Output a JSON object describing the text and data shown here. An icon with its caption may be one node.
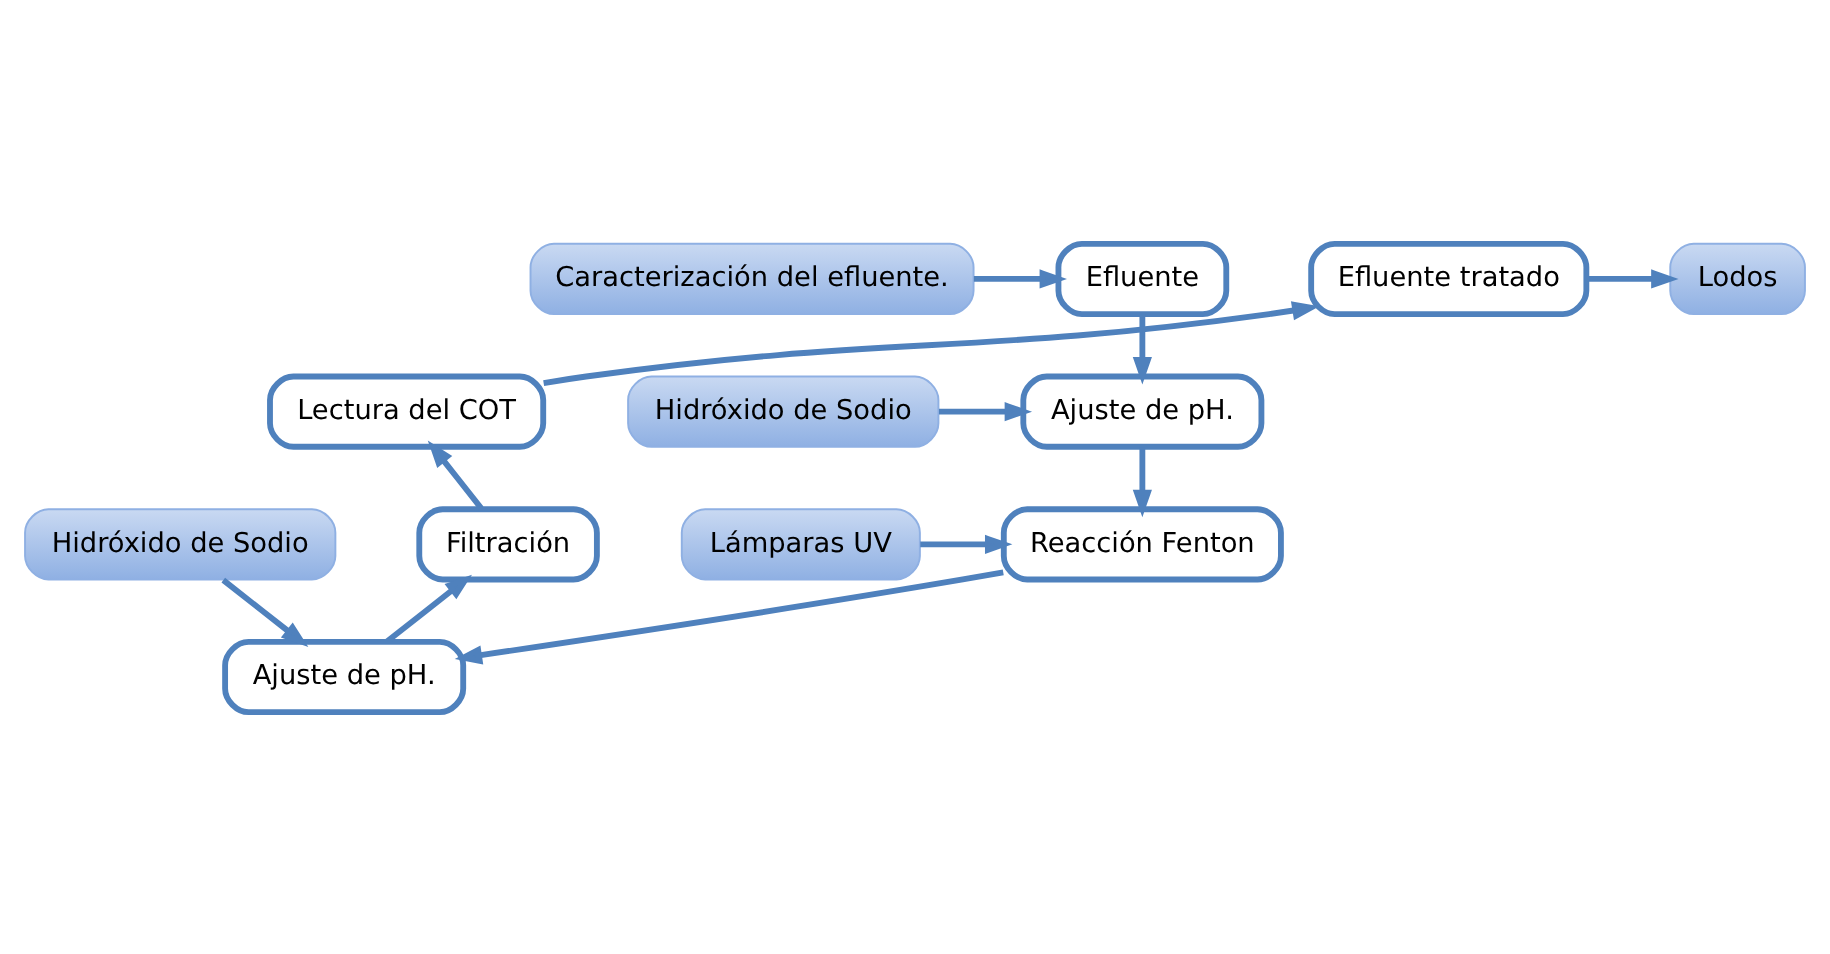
{
  "diagram": {
    "nodes": [
      {
        "text": [
          "Caracterización del efluente."
        ]
      },
      {
        "text": [
          "Efluente"
        ]
      },
      {
        "text": [
          "Hidróxido de Sodio"
        ]
      },
      {
        "text": [
          "Ajuste de pH."
        ]
      },
      {
        "text": [
          "Lámparas UV"
        ]
      },
      {
        "text": [
          "Reacción Fenton"
        ]
      },
      {
        "text": [
          "Hidróxido de Sodio"
        ]
      },
      {
        "text": [
          "Ajuste de pH."
        ]
      },
      {
        "text": [
          "Filtración"
        ]
      },
      {
        "text": [
          "Lectura del COT"
        ]
      },
      {
        "text": [
          "Efluente tratado"
        ]
      },
      {
        "text": [
          "Lodos"
        ]
      }
    ],
    "edges": [
      {
        "from": 0,
        "to": 1,
        "arrow": "to"
      },
      {
        "from": 1,
        "to": 3,
        "arrow": "to"
      },
      {
        "from": 2,
        "to": 3,
        "arrow": "to"
      },
      {
        "from": 3,
        "to": 5,
        "arrow": "to"
      },
      {
        "from": 4,
        "to": 5,
        "arrow": "to"
      },
      {
        "from": 5,
        "to": 7,
        "arrow": "to"
      },
      {
        "from": 6,
        "to": 7,
        "arrow": "to"
      },
      {
        "from": 7,
        "to": 8,
        "arrow": "to"
      },
      {
        "from": 8,
        "to": 9,
        "arrow": "to"
      },
      {
        "from": 9,
        "to": 10,
        "arrow": "to"
      },
      {
        "from": 10,
        "to": 11,
        "arrow": "to"
      }
    ]
  }
}
